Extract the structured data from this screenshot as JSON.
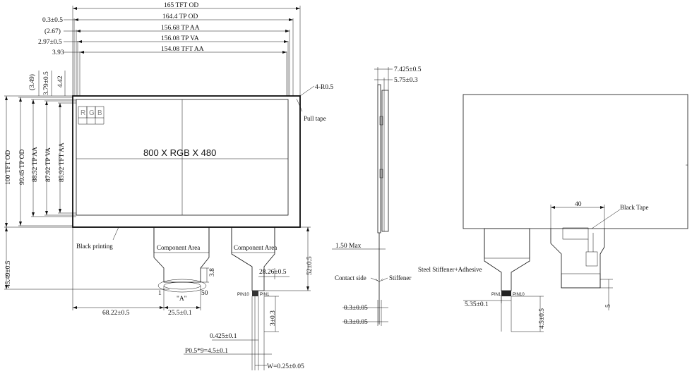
{
  "front_view": {
    "top_dims": {
      "tft_od": "165 TFT OD",
      "tp_od_val": "0.3±0.5",
      "tp_od": "164.4 TP OD",
      "tp_aa_val": "(2.67)",
      "tp_aa": "156.68 TP AA",
      "tp_va_val": "2.97±0.5",
      "tp_va": "156.08 TP VA",
      "tft_aa_val": "3.93",
      "tft_aa": "154.08 TFT AA"
    },
    "left_dims": {
      "v349": "(3.49)",
      "v379": "3.79±0.5",
      "v442": "4.42",
      "tft_od": "100 TFT OD",
      "tp_od": "99.45 TP OD",
      "tp_aa": "88.52 TP AA",
      "tp_va": "87.92 TP VA",
      "tft_aa": "85.92 TFT AA",
      "fpc": "45.49±0.5"
    },
    "center_label": "800 X RGB X 480",
    "rgb": [
      "R",
      "G",
      "B"
    ],
    "corner_radius": "4-R0.5",
    "pull_tape": "Pull tape",
    "black_printing": "Black printing",
    "component_area": "Component Area",
    "component_area_2": "Component Area",
    "fpc_dims": {
      "d38": "3.8",
      "pin1": "1",
      "pin50": "50",
      "detail": "\"A\"",
      "d6822": "68.22±0.5",
      "d255": "25.5±0.1",
      "d2826": "28.26±0.5",
      "d52": "52±0.5",
      "pin10": "PIN10",
      "pin1b": "PIN1",
      "d3": "3±0.3",
      "d0425": "0.425±0.1",
      "pitch": "P0.5*9=4.5±0.1",
      "w": "W=0.25±0.05"
    }
  },
  "side_view": {
    "d7425": "7.425±0.5",
    "d575": "5.75±0.3",
    "d150": "1.50 Max",
    "contact": "Contact side",
    "stiffener": "Stiffener",
    "d03a": "0.3±0.05",
    "d03b": "0.3±0.05"
  },
  "back_view": {
    "d40": "40",
    "black_tape": "Black Tape",
    "steel": "Steel Stiffener+Adhesive",
    "pin1": "PIN1",
    "pin10": "PIN10",
    "d535": "5.35±0.1",
    "d45": "4.5±0.5",
    "d5": "5"
  }
}
